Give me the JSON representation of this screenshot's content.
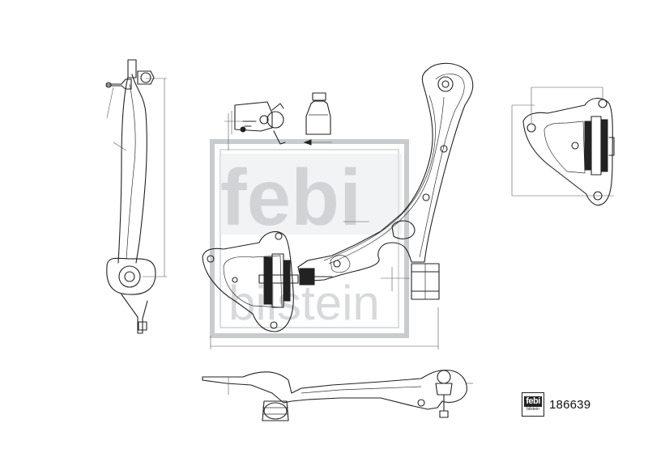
{
  "watermark": {
    "brand_top": "febi",
    "brand_bottom": "bilstein"
  },
  "badge": {
    "logo_top": "febi",
    "logo_bottom": "bilstein",
    "part_number": "186639"
  },
  "colors": {
    "line": "#222222",
    "watermark": "#9aa0a6",
    "background": "#ffffff"
  }
}
